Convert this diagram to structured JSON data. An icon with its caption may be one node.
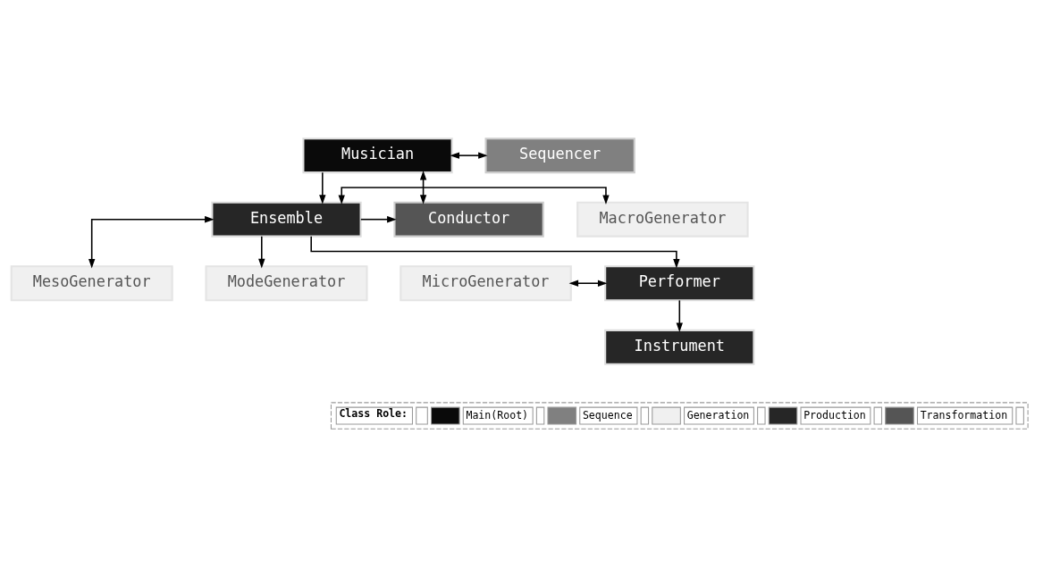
{
  "diagram": {
    "nodes": [
      {
        "text": [
          "Musician"
        ]
      },
      {
        "text": [
          "Sequencer"
        ]
      },
      {
        "text": [
          "MacroGenerator"
        ]
      },
      {
        "text": [
          "Ensemble"
        ]
      },
      {
        "text": [
          "Conductor"
        ]
      },
      {
        "text": [
          "MesoGenerator"
        ]
      },
      {
        "text": [
          "MicroGenerator"
        ]
      },
      {
        "text": [
          "Performer"
        ]
      },
      {
        "text": [
          "ModeGenerator"
        ]
      },
      {
        "text": [
          "Instrument"
        ]
      }
    ],
    "edges": [
      {
        "from": 0,
        "to": 1,
        "arrow": "both"
      },
      {
        "from": 0,
        "to": 4,
        "arrow": "both"
      },
      {
        "from": 0,
        "to": 3,
        "arrow": "to"
      },
      {
        "from": 3,
        "to": 2,
        "arrow": "both"
      },
      {
        "from": 3,
        "to": 5,
        "arrow": "both"
      },
      {
        "from": 3,
        "to": 7,
        "arrow": "to"
      },
      {
        "from": 3,
        "to": 4,
        "arrow": "to"
      },
      {
        "from": 3,
        "to": 8,
        "arrow": "to"
      },
      {
        "from": 6,
        "to": 7,
        "arrow": "both"
      },
      {
        "from": 7,
        "to": 9,
        "arrow": "to"
      }
    ],
    "labels": [
      "Class Role:"
    ],
    "legend": [
      {
        "text": "Main(Root)",
        "color": "#0a0a0a"
      },
      {
        "text": "Sequence",
        "color": "#808080"
      },
      {
        "text": "Generation",
        "color": "#f0f0f0"
      },
      {
        "text": "Production",
        "color": "#262626"
      },
      {
        "text": "Transformation",
        "color": "#555555"
      }
    ]
  }
}
